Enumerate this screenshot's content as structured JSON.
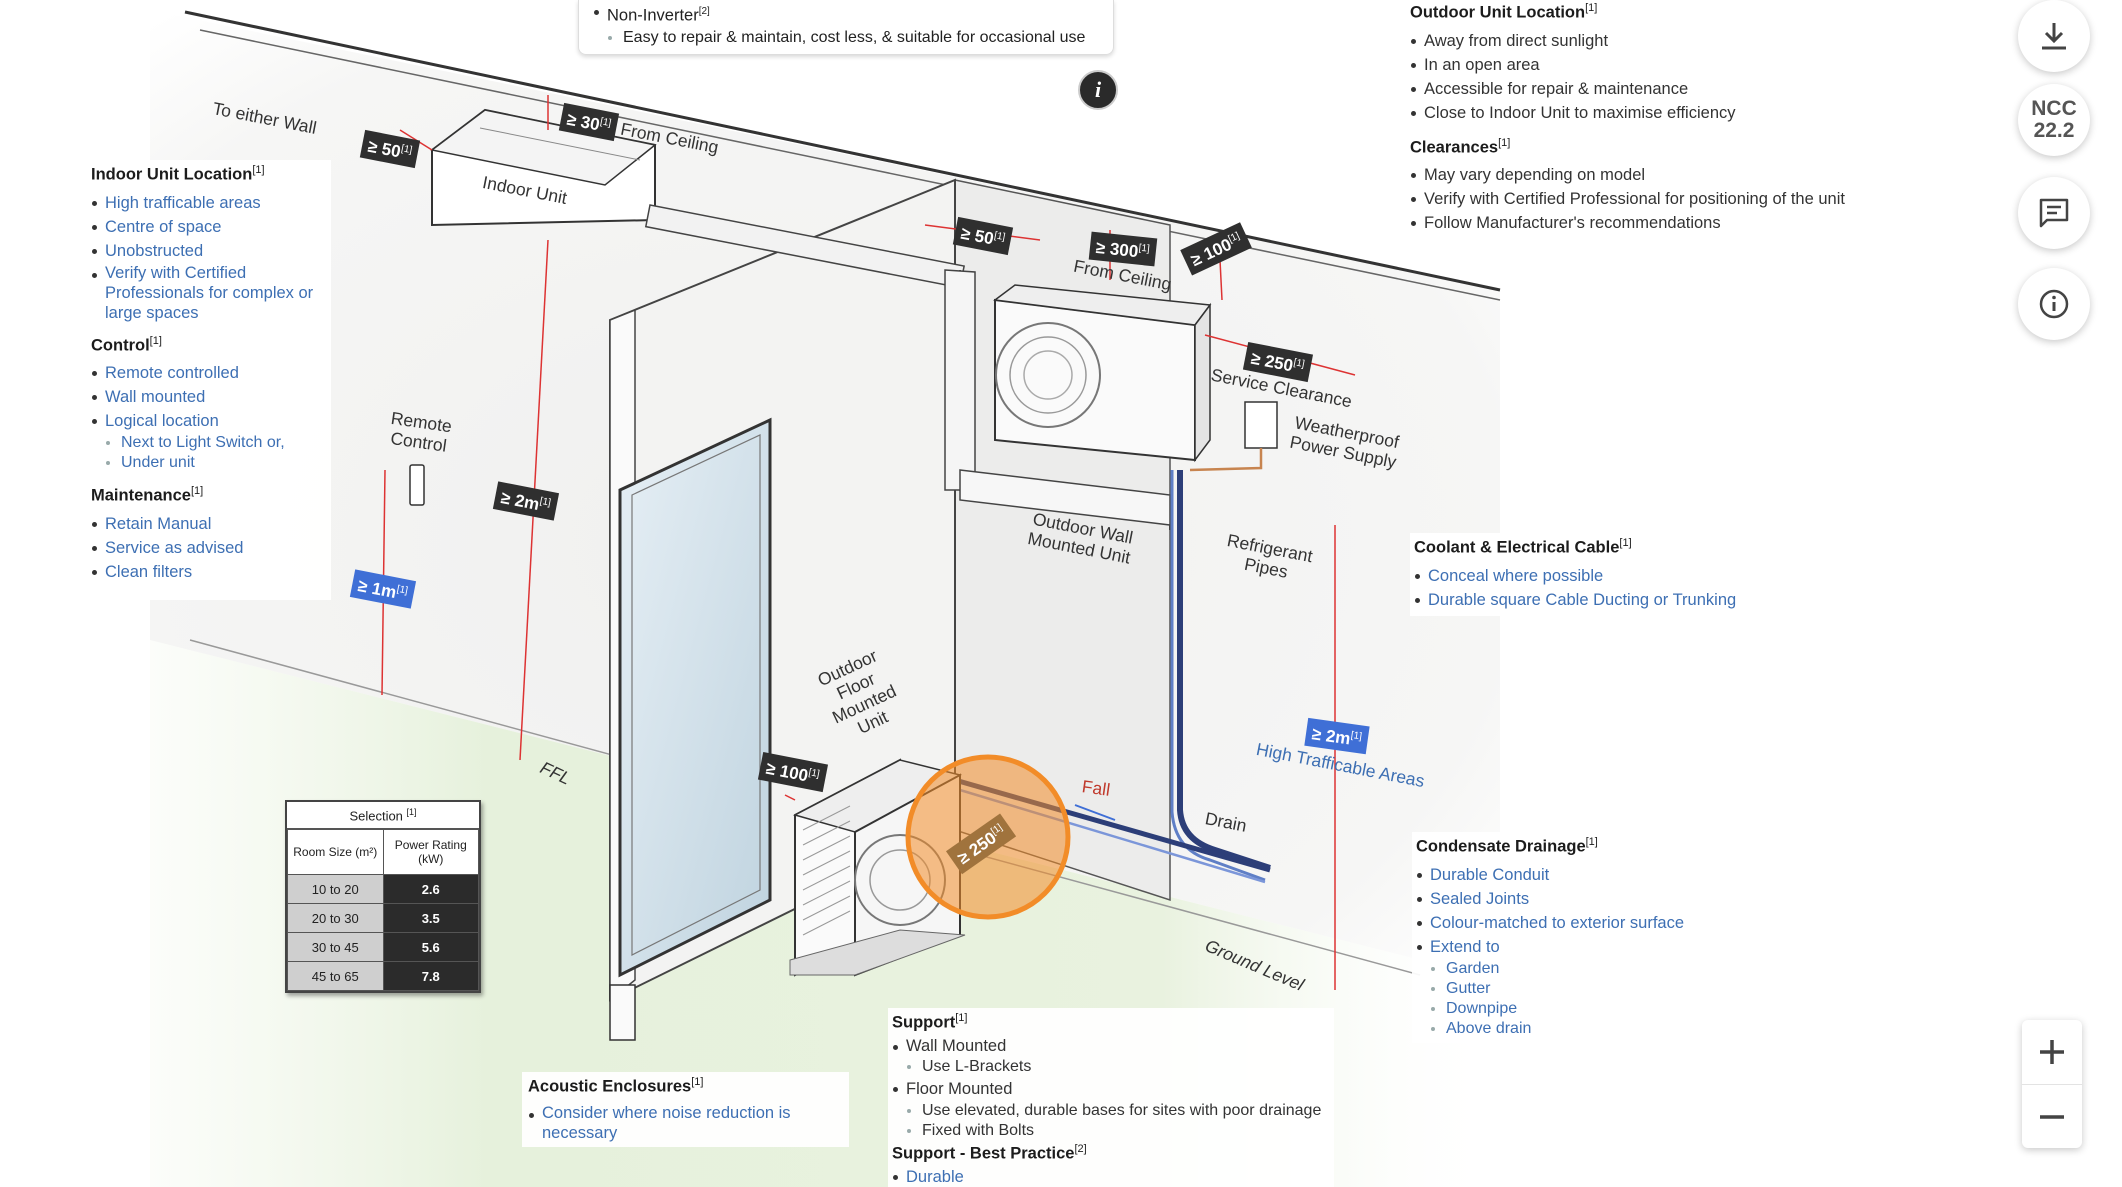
{
  "top_panel": {
    "item": "Non-Inverter",
    "item_ref": "[2]",
    "sub_item": "Easy to repair & maintain, cost less, & suitable for occasional use"
  },
  "outdoor_location": {
    "title": "Outdoor Unit Location",
    "ref": "[1]",
    "items": [
      "Away from direct sunlight",
      "In an open area",
      "Accessible for repair & maintenance",
      "Close to Indoor Unit to maximise efficiency"
    ]
  },
  "clearances": {
    "title": "Clearances",
    "ref": "[1]",
    "items": [
      "May vary depending on model",
      "Verify with Certified Professional for positioning of the unit",
      "Follow Manufacturer's recommendations"
    ]
  },
  "indoor_location": {
    "title": "Indoor Unit Location",
    "ref": "[1]",
    "items": [
      "High trafficable areas",
      "Centre of space",
      "Unobstructed",
      "Verify with Certified Professionals for complex or large spaces"
    ]
  },
  "control": {
    "title": "Control",
    "ref": "[1]",
    "items": [
      "Remote controlled",
      "Wall mounted",
      "Logical location"
    ],
    "sub_items": [
      "Next to Light Switch or,",
      "Under unit"
    ]
  },
  "maintenance": {
    "title": "Maintenance",
    "ref": "[1]",
    "items": [
      "Retain Manual",
      "Service as advised",
      "Clean filters"
    ]
  },
  "coolant": {
    "title": "Coolant & Electrical Cable",
    "ref": "[1]",
    "items": [
      "Conceal where possible",
      "Durable square Cable Ducting or Trunking"
    ]
  },
  "condensate": {
    "title": "Condensate Drainage",
    "ref": "[1]",
    "items": [
      "Durable Conduit",
      "Sealed Joints",
      "Colour-matched to exterior surface",
      "Extend to"
    ],
    "sub_items": [
      "Garden",
      "Gutter",
      "Downpipe",
      "Above drain"
    ]
  },
  "acoustic": {
    "title": "Acoustic Enclosures",
    "ref": "[1]",
    "items": [
      "Consider where noise reduction is necessary"
    ]
  },
  "support": {
    "title": "Support",
    "ref": "[1]",
    "wall": "Wall Mounted",
    "wall_sub": "Use L-Brackets",
    "floor": "Floor Mounted",
    "floor_subs": [
      "Use elevated, durable bases for sites with poor drainage",
      "Fixed with Bolts"
    ],
    "best_title": "Support - Best Practice",
    "best_ref": "[2]",
    "best_items": [
      "Durable"
    ]
  },
  "selection_table": {
    "title": "Selection",
    "ref": "[1]",
    "headers": [
      "Room Size (m²)",
      "Power Rating (kW)"
    ],
    "rows": [
      [
        "10 to 20",
        "2.6"
      ],
      [
        "20 to 30",
        "3.5"
      ],
      [
        "30 to 45",
        "5.6"
      ],
      [
        "45 to 65",
        "7.8"
      ]
    ]
  },
  "diagram": {
    "to_either_wall": "To either Wall",
    "from_ceiling": "From Ceiling",
    "indoor_unit": "Indoor Unit",
    "remote_control": "Remote Control",
    "ffl": "FFL",
    "outdoor_wall_unit": "Outdoor Wall Mounted Unit",
    "outdoor_floor_unit": "Outdoor Floor Mounted Unit",
    "refrigerant_pipes": "Refrigerant Pipes",
    "weatherproof": "Weatherproof Power Supply",
    "service_clearance": "Service Clearance",
    "high_trafficable": "High Trafficable Areas",
    "fall": "Fall",
    "drain": "Drain",
    "ground_level": "Ground Level",
    "tag_50": "≥ 50",
    "tag_30": "≥ 30",
    "tag_2m": "≥ 2m",
    "tag_1m": "≥ 1m",
    "tag_300": "≥ 300",
    "tag_100": "≥ 100",
    "tag_250": "≥ 250",
    "ref": "[1]"
  },
  "ncc": {
    "line1": "NCC",
    "line2": "22.2"
  },
  "icons": [
    "download-icon",
    "comment-icon",
    "info-icon",
    "plus-icon",
    "minus-icon"
  ],
  "colors": {
    "accent_blue": "#3d6fb3",
    "tag_dark": "#2f2f2f",
    "tag_blue": "#3f6fd6",
    "highlight": "#f28c28"
  }
}
